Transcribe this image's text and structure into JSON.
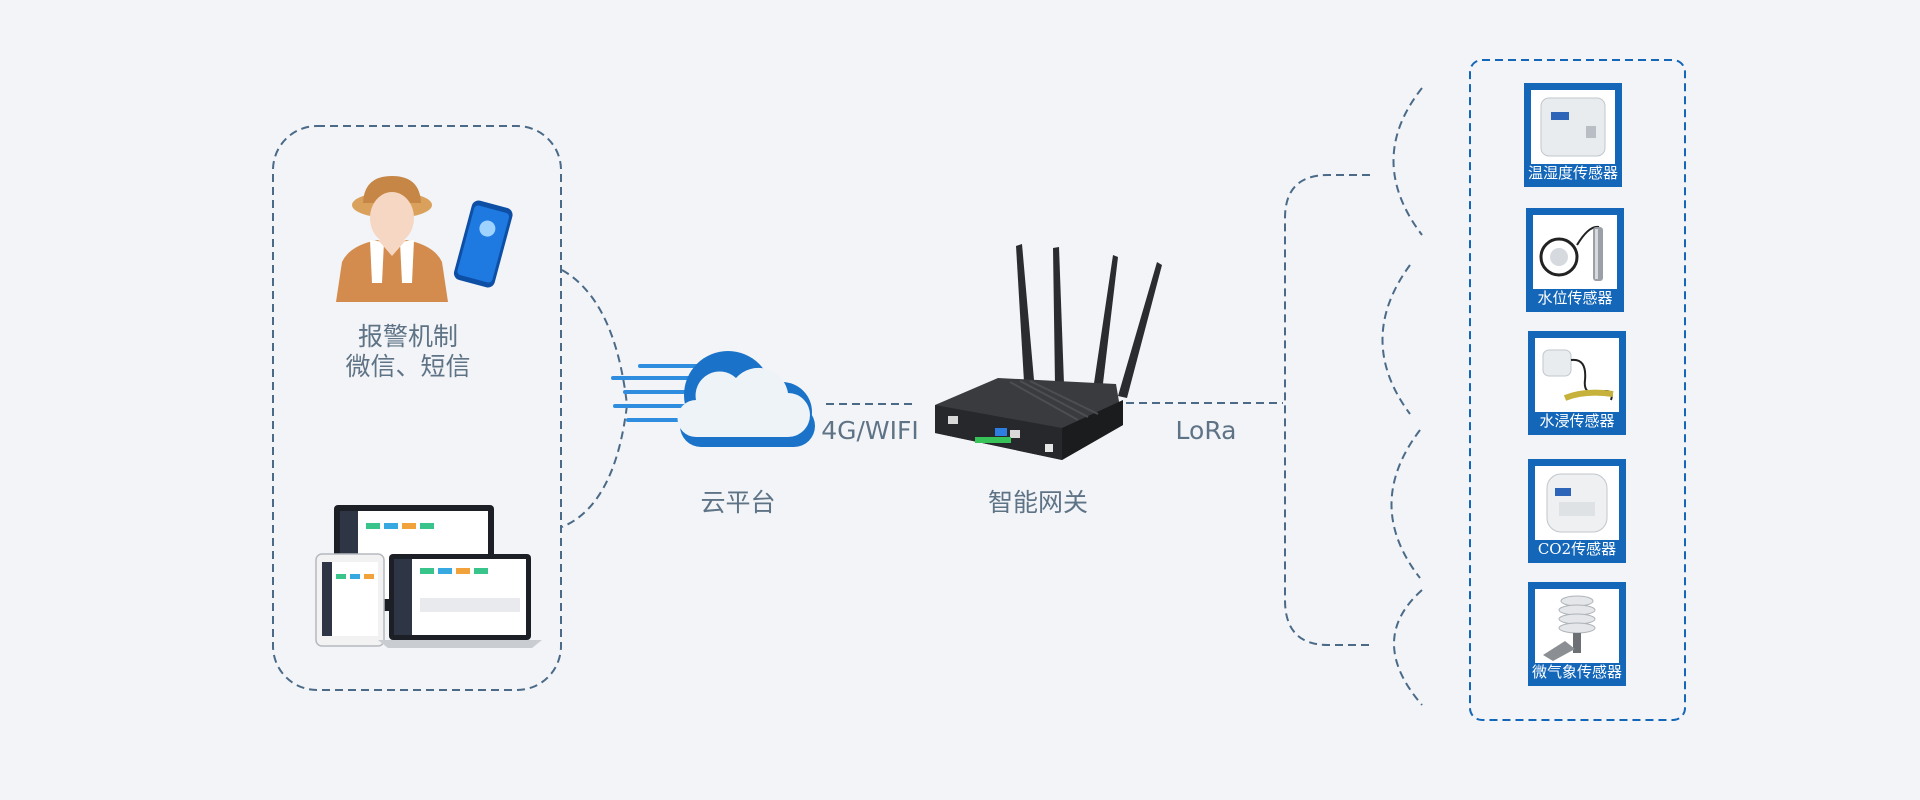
{
  "alarm": {
    "line1": "报警机制",
    "line2": "微信、短信"
  },
  "cloud": {
    "label": "云平台"
  },
  "link_cloud_gateway": {
    "label": "4G/WIFI"
  },
  "gateway": {
    "label": "智能网关"
  },
  "link_gateway_sensors": {
    "label": "LoRa"
  },
  "sensors": [
    {
      "label": "温湿度传感器",
      "icon": "temp-humidity-sensor-icon"
    },
    {
      "label": "水位传感器",
      "icon": "water-level-sensor-icon"
    },
    {
      "label": "水浸传感器",
      "icon": "water-leak-sensor-icon"
    },
    {
      "label": "CO2传感器",
      "icon": "co2-sensor-icon"
    },
    {
      "label": "微气象传感器",
      "icon": "micro-weather-sensor-icon"
    }
  ],
  "colors": {
    "accent": "#1366b8",
    "dashed_line": "#4a6a88",
    "text": "#5f7386"
  }
}
